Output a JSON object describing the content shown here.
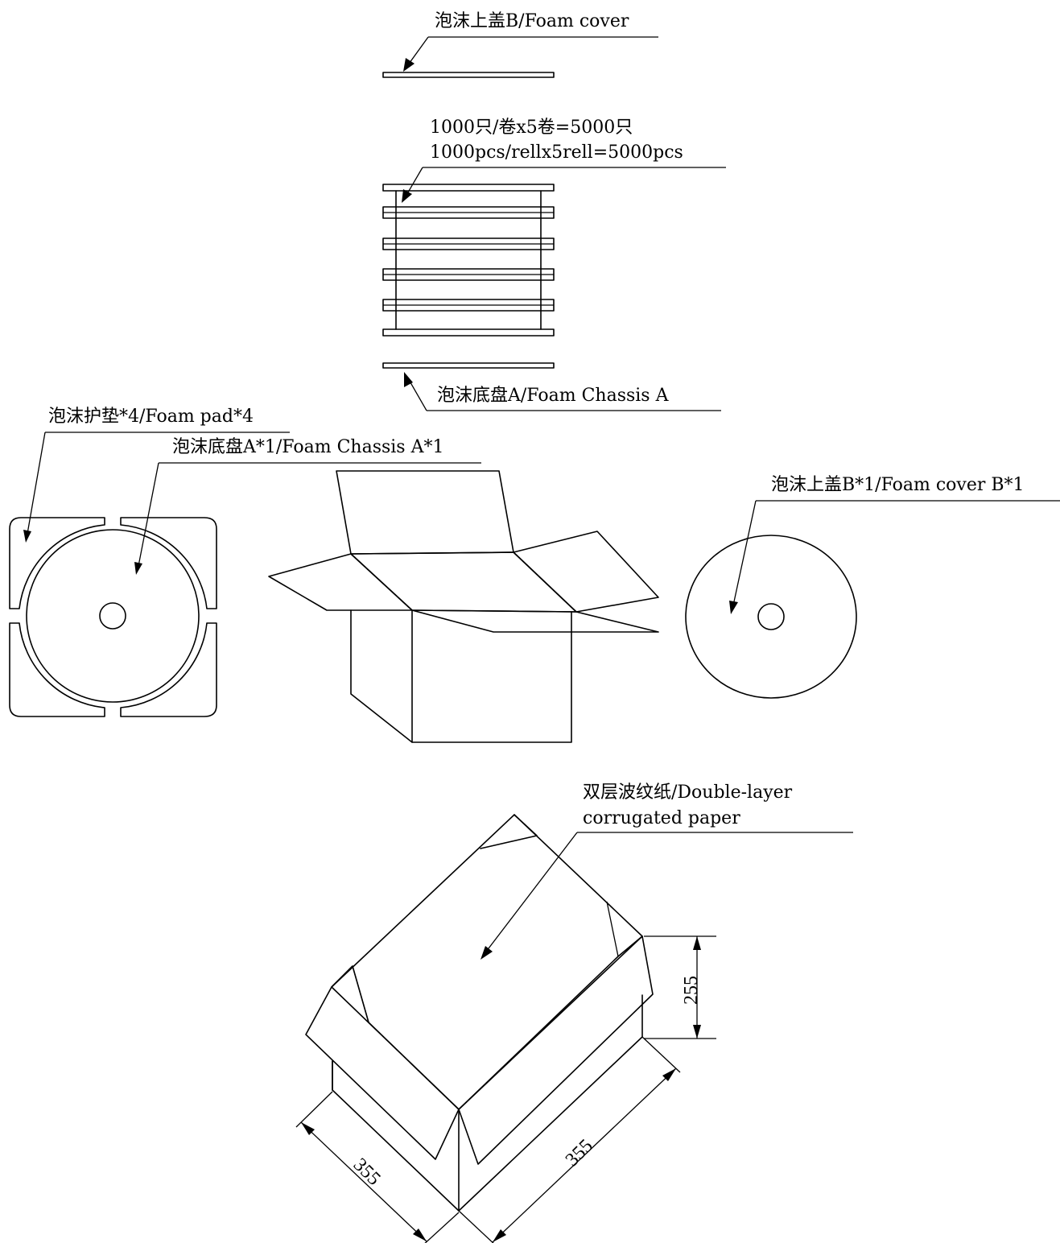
{
  "labels": {
    "foam_cover_top": "泡沫上盖B/Foam cover",
    "rolls_line1": "1000只/卷x5卷=5000只",
    "rolls_line2": "1000pcs/rellx5rell=5000pcs",
    "foam_chassis": "泡沫底盘A/Foam Chassis A",
    "foam_pad": "泡沫护垫*4/Foam pad*4",
    "foam_chassis_qty": "泡沫底盘A*1/Foam Chassis A*1",
    "foam_cover_qty": "泡沫上盖B*1/Foam cover B*1",
    "corrugated_line1": "双层波纹纸/Double-layer",
    "corrugated_line2": "corrugated paper"
  },
  "dimensions": {
    "height": "255",
    "length": "355",
    "width": "355"
  }
}
